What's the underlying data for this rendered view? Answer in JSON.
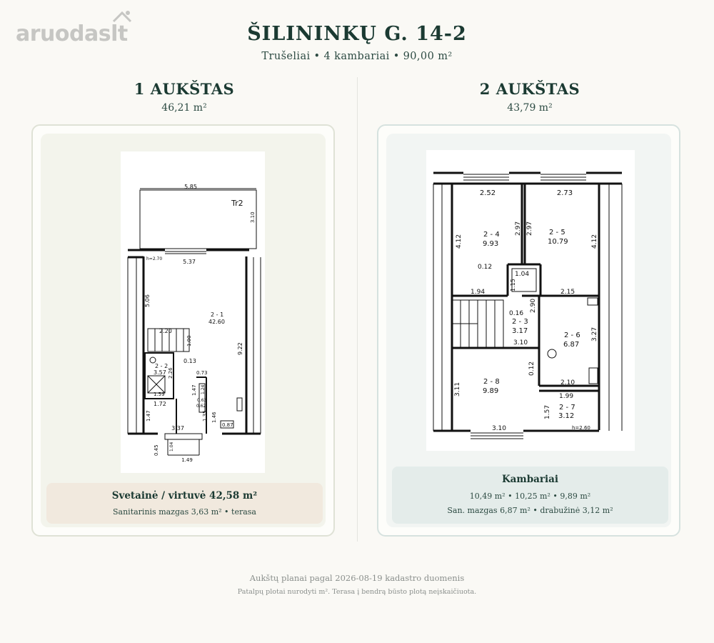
{
  "logo": {
    "text": "aruodas.lt",
    "word": "aruodas",
    "suffix": "lt"
  },
  "header": {
    "title": "ŠILININKŲ G. 14-2",
    "subtitle": "Trušeliai  •  4 kambariai  •  90,00 m²"
  },
  "floor1": {
    "name": "1 AUKŠTAS",
    "area": "46,21 m²",
    "plan_labels": {
      "terrace_width": "5.85",
      "terrace_name": "Tr2",
      "terrace_depth": "3.10",
      "height": "h=2.70",
      "top_width": "5.37",
      "left_height": "5.06",
      "room1_id": "2 - 1",
      "room1_area": "42.60",
      "right_height": "9.22",
      "stair_w": "2.20",
      "stair_h": "1.00",
      "dim_013": "0.13",
      "room2_id": "2 - 2",
      "room2_area": "3.57",
      "dim_226": "2.26",
      "dim_073": "0.73",
      "dim_159": "1.59",
      "dim_147a": "1.47",
      "dim_124": "1.24",
      "dim_063": "0.63",
      "dim_172": "1.72",
      "dim_147b": "1.47",
      "dim_135": "1.35",
      "dim_146": "1.46",
      "dim_087": "0.87",
      "dim_337": "3.37",
      "dim_045": "0.45",
      "dim_104": "1.04",
      "dim_149": "1.49",
      "dim_062": "0.62"
    },
    "info_title": "Svetainė / virtuvė  42,58 m²",
    "info_sub": "Sanitarinis mazgas  3,63 m²  •  terasa"
  },
  "floor2": {
    "name": "2 AUKŠTAS",
    "area": "43,79 m²",
    "plan_labels": {
      "r24_w": "2.52",
      "r25_w": "2.73",
      "dim_297a": "2.97",
      "dim_297b": "2.97",
      "dim_412a": "4.12",
      "dim_412b": "4.12",
      "r24_id": "2 - 4",
      "r24_area": "9.93",
      "r25_id": "2 - 5",
      "r25_area": "10.79",
      "dim_012a": "0.12",
      "dim_104": "1.04",
      "dim_115": "1.15",
      "dim_194": "1.94",
      "dim_215": "2.15",
      "dim_290": "2.90",
      "dim_016": "0.16",
      "r23_id": "2 - 3",
      "r23_area": "3.17",
      "dim_310a": "3.10",
      "r26_id": "2 - 6",
      "r26_area": "6.87",
      "dim_327": "3.27",
      "dim_012b": "0.12",
      "r28_id": "2 - 8",
      "r28_area": "9.89",
      "dim_311": "3.11",
      "dim_210": "2.10",
      "dim_199": "1.99",
      "r27_id": "2 - 7",
      "r27_area": "3.12",
      "dim_157": "1.57",
      "height": "h=2.60",
      "dim_310b": "3.10"
    },
    "info_title": "Kambariai",
    "info_l2": "10,49 m²  •  10,25 m²  •  9,89 m²",
    "info_l3": "San. mazgas 6,87 m²  •  drabužinė 3,12 m²"
  },
  "footer": {
    "line1": "Aukštų planai pagal 2026-08-19 kadastro duomenis",
    "line2": "Patalpų plotai nurodyti m². Terasa į bendrą būsto plotą neįskaičiuota."
  },
  "colors": {
    "accent_dark": "#1b3a32",
    "card1_info_bg": "#f1e9de",
    "card2_info_bg": "#e4ecea",
    "logo_grey": "#c6c6c3"
  }
}
